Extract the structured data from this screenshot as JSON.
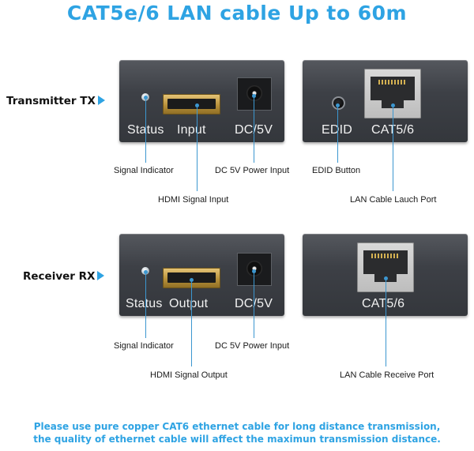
{
  "title": "CAT5e/6 LAN cable Up to 60m",
  "colors": {
    "accent": "#2ea3e3",
    "line": "#3c97d0",
    "panel": "#3d4046",
    "hdmi": "#c9a54e"
  },
  "transmitter": {
    "label": "Transmitter TX",
    "panel_left": {
      "status": "Status",
      "port": "Input",
      "power": "DC/5V"
    },
    "panel_right": {
      "edid": "EDID",
      "lan": "CAT5/6"
    },
    "annotations": {
      "signal_indicator": "Signal Indicator",
      "hdmi": "HDMI Signal Input",
      "power": "DC 5V Power Input",
      "edid": "EDID Button",
      "lan": "LAN Cable Lauch Port"
    }
  },
  "receiver": {
    "label": "Receiver RX",
    "panel_left": {
      "status": "Status",
      "port": "Output",
      "power": "DC/5V"
    },
    "panel_right": {
      "lan": "CAT5/6"
    },
    "annotations": {
      "signal_indicator": "Signal Indicator",
      "hdmi": "HDMI Signal Output",
      "power": "DC 5V Power Input",
      "lan": "LAN Cable Receive Port"
    }
  },
  "note": {
    "line1": "Please use pure copper CAT6 ethernet cable for long distance transmission,",
    "line2": "the quality of ethernet cable will affect the maximun transmission distance."
  }
}
